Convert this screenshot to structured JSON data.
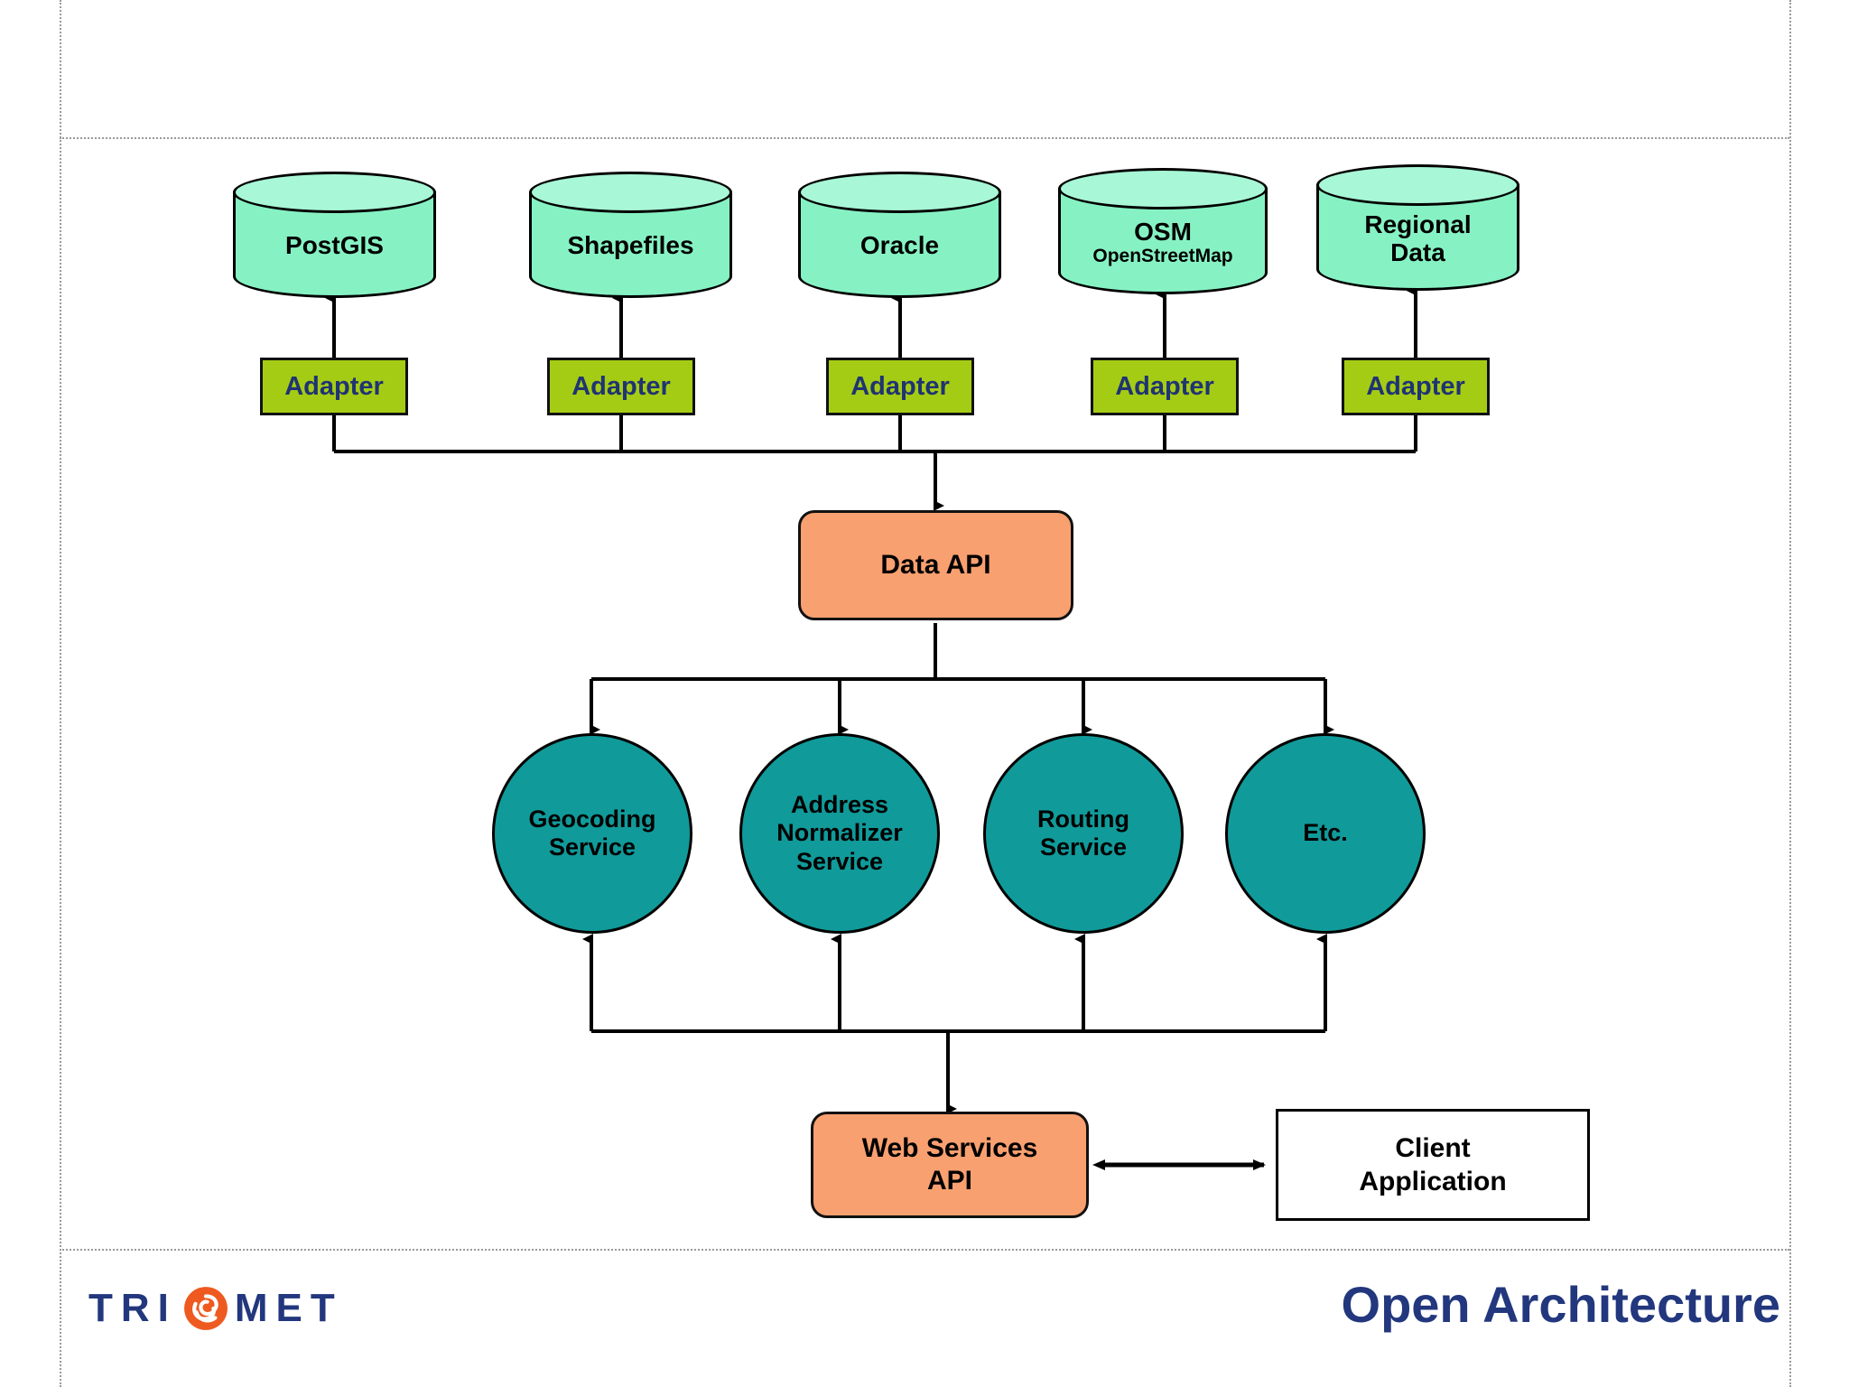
{
  "slide": {
    "title": "Open Architecture",
    "background_color": "#ffffff"
  },
  "colors": {
    "database_fill": "#86f2c3",
    "database_top_fill": "#a8f7d6",
    "adapter_fill": "#a5cc14",
    "adapter_text": "#1f3472",
    "api_fill": "#f9a070",
    "service_fill": "#119a9a",
    "client_fill": "#ffffff",
    "brand_navy": "#22377d",
    "brand_orange": "#ee5a1f",
    "stroke": "#000000"
  },
  "diagram": {
    "type": "architecture-flow",
    "data_sources": [
      {
        "id": "postgis",
        "label": "PostGIS",
        "sublabel": ""
      },
      {
        "id": "shapefiles",
        "label": "Shapefiles",
        "sublabel": ""
      },
      {
        "id": "oracle",
        "label": "Oracle",
        "sublabel": ""
      },
      {
        "id": "osm",
        "label": "OSM",
        "sublabel": "OpenStreetMap"
      },
      {
        "id": "regional",
        "label": "Regional",
        "sublabel": "Data"
      }
    ],
    "adapters": [
      {
        "id": "adapter-postgis",
        "label": "Adapter"
      },
      {
        "id": "adapter-shapefiles",
        "label": "Adapter"
      },
      {
        "id": "adapter-oracle",
        "label": "Adapter"
      },
      {
        "id": "adapter-osm",
        "label": "Adapter"
      },
      {
        "id": "adapter-regional",
        "label": "Adapter"
      }
    ],
    "data_api": {
      "id": "data-api",
      "label": "Data API"
    },
    "services": [
      {
        "id": "geocoding",
        "line1": "Geocoding",
        "line2": "Service",
        "line3": ""
      },
      {
        "id": "normalizer",
        "line1": "Address",
        "line2": "Normalizer",
        "line3": "Service"
      },
      {
        "id": "routing",
        "line1": "Routing",
        "line2": "Service",
        "line3": ""
      },
      {
        "id": "etc",
        "line1": "Etc.",
        "line2": "",
        "line3": ""
      }
    ],
    "web_services_api": {
      "id": "web-services-api",
      "line1": "Web Services",
      "line2": "API"
    },
    "client": {
      "id": "client-application",
      "line1": "Client",
      "line2": "Application"
    }
  },
  "footer": {
    "logo_left": "TRI",
    "logo_right": "MET",
    "logo_icon": "trimet-rose-icon"
  }
}
